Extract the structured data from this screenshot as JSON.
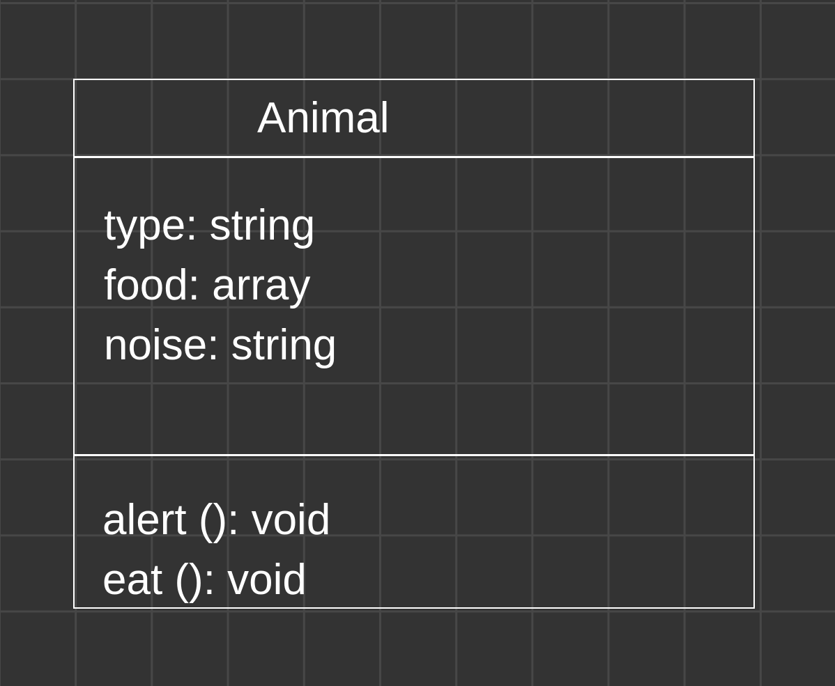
{
  "class": {
    "name": "Animal",
    "attributes": [
      "type: string",
      "food: array",
      "noise: string"
    ],
    "methods": [
      "alert (): void",
      "eat (): void"
    ]
  },
  "colors": {
    "canvas_background": "#333333",
    "grid_line": "#474747",
    "stroke": "#ffffff",
    "text": "#ffffff"
  }
}
